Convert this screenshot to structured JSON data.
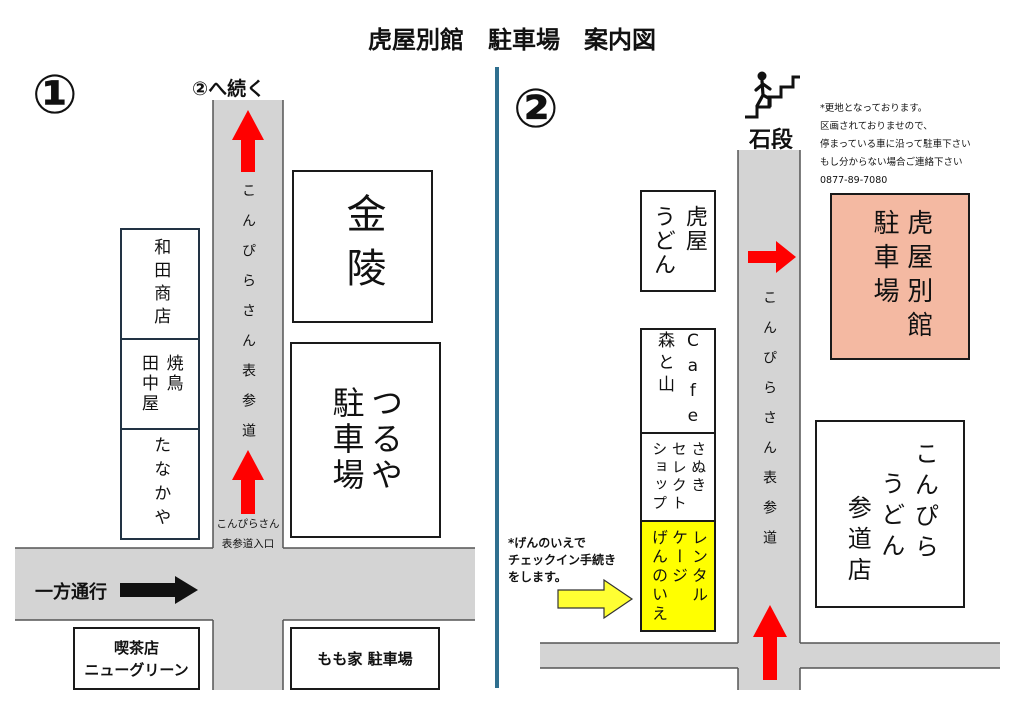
{
  "title": "虎屋別館　駐車場　案内図",
  "colors": {
    "road": "#d4d4d4",
    "road_edge": "#555555",
    "divider": "#2f6f8f",
    "arrow_red": "#ff0000",
    "arrow_black": "#111111",
    "arrow_yellow": "#ffff33",
    "parking_highlight": "#f4b9a2",
    "checkin_highlight": "#ffff00",
    "building_border": "#1a1a1a"
  },
  "icons": {
    "stairs": "stairs-icon",
    "direction_up": "red-up-arrow-icon",
    "direction_right": "red-right-arrow-icon",
    "one_way": "black-right-arrow-icon",
    "checkin_pointer": "yellow-right-arrow-icon"
  },
  "panel1": {
    "number": "①",
    "continue_label": "②へ続く",
    "road_label": "こんぴらさん表参道",
    "entrance_label": [
      "こんぴらさん",
      "表参道入口"
    ],
    "one_way_label": "一方通行",
    "kinryo": [
      "金陵"
    ],
    "tsuruya_parking": [
      "つるや",
      "駐車場"
    ],
    "wada_shoten": [
      "和田商店"
    ],
    "yakitori_tanakaya": [
      "焼鳥",
      "田中屋"
    ],
    "tanakaya": [
      "たなかや"
    ],
    "cafe_new_green": [
      "喫茶店",
      "ニューグリーン"
    ],
    "momoya_parking": "もも家 駐車場"
  },
  "panel2": {
    "number": "②",
    "stairs_label": "石段",
    "note": [
      "*更地となっております。",
      "区画されておりませので、",
      "停まっている車に沿って駐車下さい",
      "もし分からない場合ご連絡下さい",
      "0877-89-7080"
    ],
    "road_label": "こんぴらさん表参道",
    "toraya_udon": [
      "虎屋",
      "うどん"
    ],
    "cafe_moritoyama": [
      "Cafe",
      "森と山"
    ],
    "sanuki_select_shop": [
      "さぬき",
      "セレクト",
      "ショップ"
    ],
    "rental_cage_gennoie": [
      "レンタル",
      "ケージ",
      "げんのいえ"
    ],
    "checkin_note": [
      "*げんのいえで",
      "チェックイン手続き",
      "をします。"
    ],
    "toraya_bekkan_parking": [
      "虎屋別館",
      "駐車場"
    ],
    "konpira_udon": [
      "こんぴら",
      "うどん",
      "参道店"
    ]
  }
}
